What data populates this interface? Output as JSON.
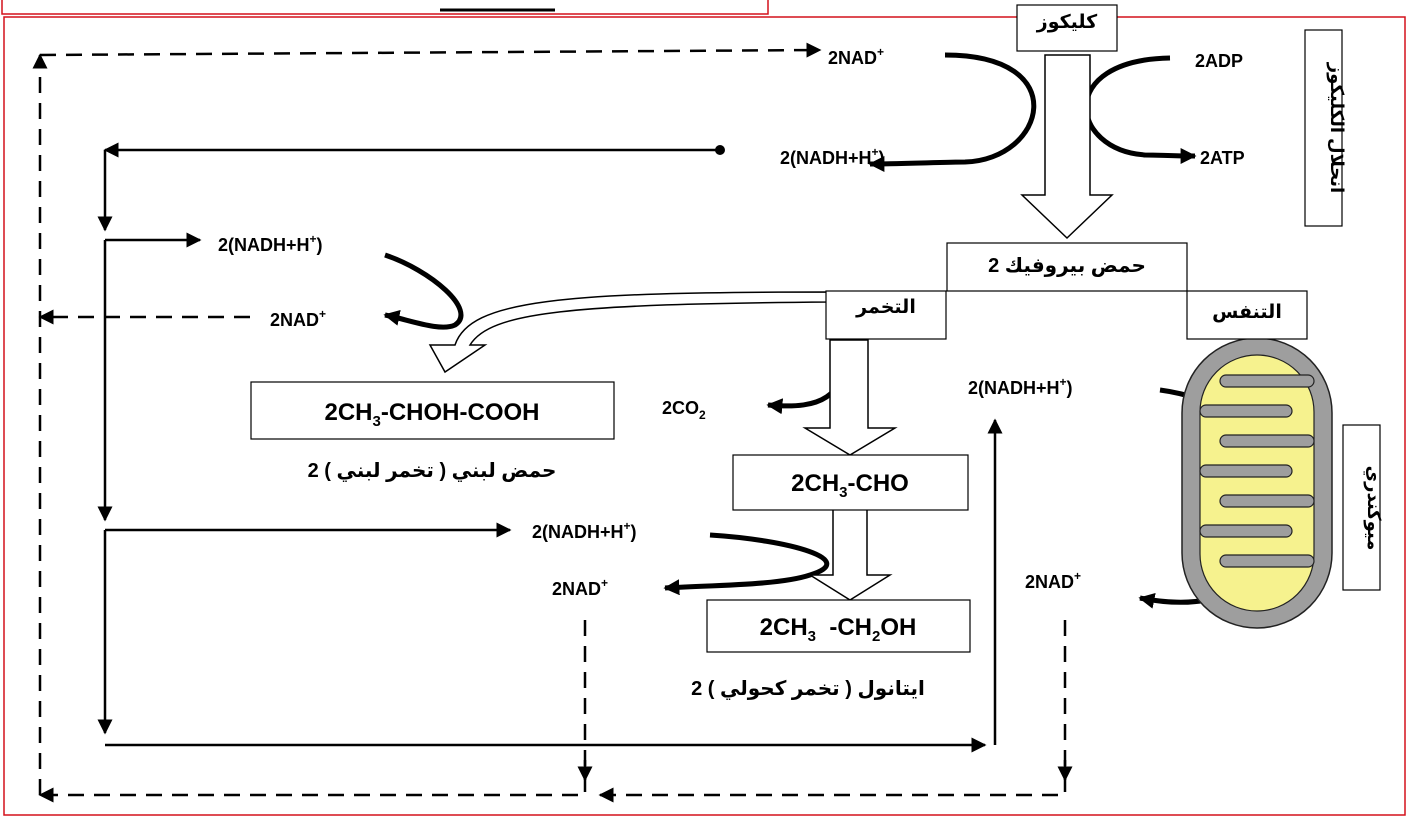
{
  "colors": {
    "frame": "#d4111b",
    "mito_outer": "#9e9e9e",
    "mito_inner": "#f6f28e"
  },
  "glycolysis": {
    "glucose": "كليكوز",
    "side_label": "انحلال الكليكوز",
    "nad_in": "2NAD",
    "nadh_out": "2(NADH+H",
    "adp": "2ADP",
    "atp": "2ATP"
  },
  "pyruvate": {
    "label": "2 حمض بيروفيك",
    "fermentation": "التخمر",
    "respiration": "التنفس"
  },
  "lactic": {
    "nadh": "2(NADH+H",
    "nad": "2NAD",
    "formula_a": "2CH",
    "formula_sub": "3",
    "formula_b": "-CHOH-COOH",
    "caption": "2 حمض لبني ( تخمر لبني )"
  },
  "alcoholic": {
    "co2_a": "2CO",
    "co2_sub": "2",
    "acetaldehyde_a": "2CH",
    "acetaldehyde_sub": "3",
    "acetaldehyde_b": "-CHO",
    "nadh": "2(NADH+H",
    "nad": "2NAD",
    "ethanol_a": "2CH",
    "ethanol_sub1": "3",
    "ethanol_b": "  -CH",
    "ethanol_sub2": "2",
    "ethanol_c": "OH",
    "caption": "2 ايتانول ( تخمر كحولي )"
  },
  "mitochondria": {
    "label": "ميوكندري",
    "nadh": "2(NADH+H",
    "nad": "2NAD"
  },
  "common": {
    "plus": "+",
    "close_paren": ")"
  }
}
